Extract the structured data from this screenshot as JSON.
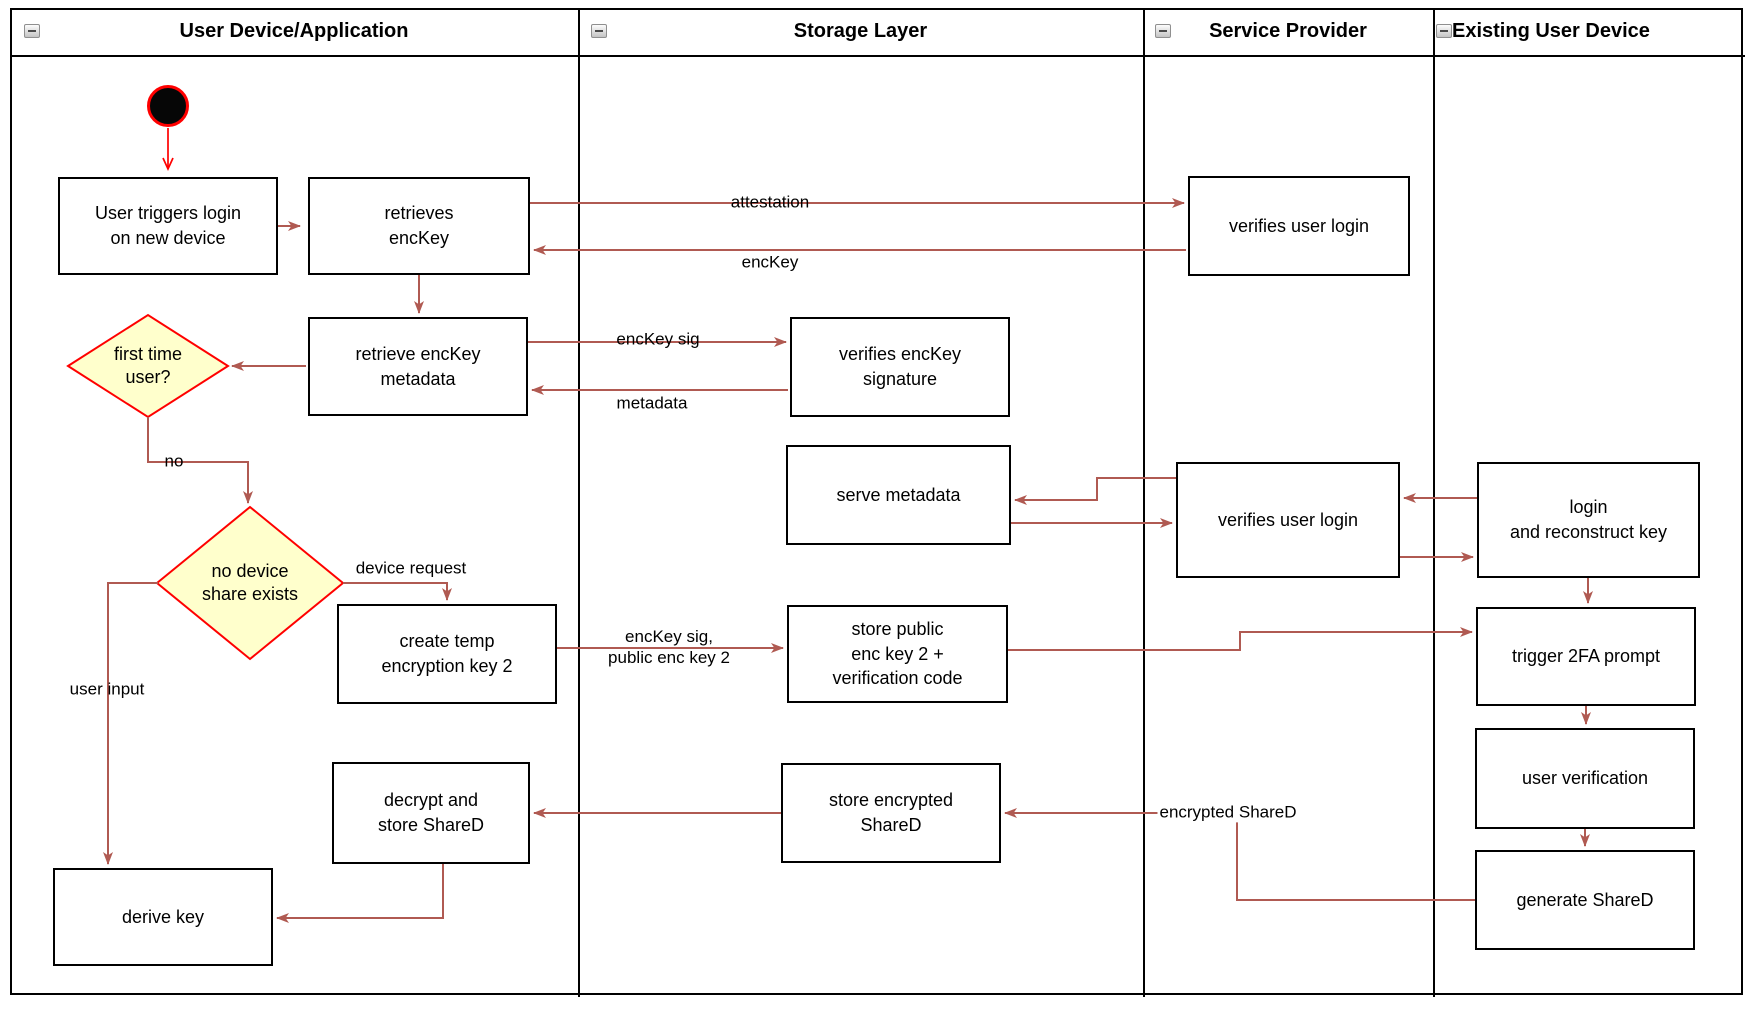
{
  "header": {
    "lanes": [
      {
        "label": "User Device/Application"
      },
      {
        "label": "Storage Layer"
      },
      {
        "label": "Service Provider"
      },
      {
        "label": "Existing User Device"
      }
    ]
  },
  "nodes": {
    "start": {
      "type": "initial-node"
    },
    "user_triggers_login": {
      "label": "User triggers login\non new device"
    },
    "retrieves_enckey": {
      "label": "retrieves\nencKey"
    },
    "verifies_user_login_1": {
      "label": "verifies user login"
    },
    "retrieve_enckey_metadata": {
      "label": "retrieve encKey\nmetadata"
    },
    "verifies_enckey_signature": {
      "label": "verifies encKey\nsignature"
    },
    "serve_metadata": {
      "label": "serve metadata"
    },
    "verifies_user_login_2": {
      "label": "verifies user login"
    },
    "login_and_reconstruct_key": {
      "label": "login\nand reconstruct key"
    },
    "create_temp_encryption_key_2": {
      "label": "create temp\nencryption key 2"
    },
    "store_public_enc_key_2": {
      "label": "store public\nenc key 2 +\nverification code"
    },
    "store_encrypted_shared": {
      "label": "store encrypted\nShareD"
    },
    "decrypt_and_store_shared": {
      "label": "decrypt and\nstore ShareD"
    },
    "trigger_2fa_prompt": {
      "label": "trigger 2FA prompt"
    },
    "user_verification": {
      "label": "user verification"
    },
    "generate_shared": {
      "label": "generate ShareD"
    },
    "derive_key": {
      "label": "derive key"
    },
    "first_time_user": {
      "label": "first time\nuser?"
    },
    "no_device_share_exists": {
      "label": "no device\nshare exists"
    }
  },
  "edge_labels": {
    "attestation": "attestation",
    "enckey": "encKey",
    "enckey_sig": "encKey sig",
    "metadata": "metadata",
    "no": "no",
    "device_request": "device request",
    "user_input": "user input",
    "enckey_sig_public_enc_key_2": "encKey sig,\npublic enc key 2",
    "encrypted_shared": "encrypted ShareD"
  },
  "colors": {
    "edge": "#b05a52",
    "start_edge": "#ff0000",
    "decision_fill": "#ffffcc",
    "decision_border": "#ff0000",
    "node_border": "#000000",
    "node_fill": "#ffffff",
    "lane_border": "#000000"
  }
}
